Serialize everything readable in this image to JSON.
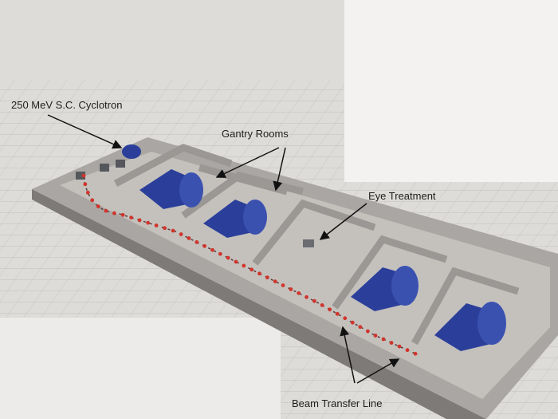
{
  "labels": {
    "cyclotron": "250 MeV S.C. Cyclotron",
    "gantry_rooms": "Gantry Rooms",
    "eye_treatment": "Eye Treatment",
    "beam_transfer_line": "Beam Transfer Line"
  },
  "colors": {
    "slab": "#a9a6a3",
    "slab_side": "#7d7a78",
    "floor": "#c4c1bd",
    "gantry": "#2b3f9a",
    "beamline_magnet": "#d0352c",
    "paper": "#f2f1ef"
  }
}
